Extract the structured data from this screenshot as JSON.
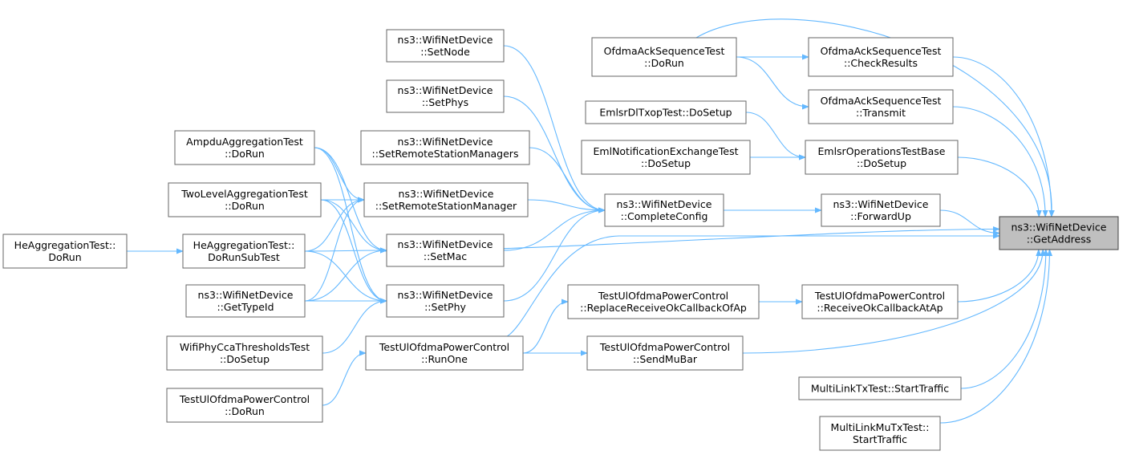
{
  "graph": {
    "title": "",
    "edge_color": "#63b8ff",
    "node_fill": "#ffffff",
    "root_fill": "#bfbfbf",
    "nodes": [
      {
        "id": "root",
        "lines": [
          "ns3::WifiNetDevice",
          "::GetAddress"
        ],
        "root": true
      },
      {
        "id": "ofdmaDoRun",
        "lines": [
          "OfdmaAckSequenceTest",
          "::DoRun"
        ]
      },
      {
        "id": "ofdmaCheck",
        "lines": [
          "OfdmaAckSequenceTest",
          "::CheckResults"
        ]
      },
      {
        "id": "ofdmaTransmit",
        "lines": [
          "OfdmaAckSequenceTest",
          "::Transmit"
        ]
      },
      {
        "id": "emlsrDl",
        "lines": [
          "EmlsrDlTxopTest::DoSetup"
        ]
      },
      {
        "id": "emlNotif",
        "lines": [
          "EmlNotificationExchangeTest",
          "::DoSetup"
        ]
      },
      {
        "id": "emlsrBase",
        "lines": [
          "EmlsrOperationsTestBase",
          "::DoSetup"
        ]
      },
      {
        "id": "setNode",
        "lines": [
          "ns3::WifiNetDevice",
          "::SetNode"
        ]
      },
      {
        "id": "setPhys",
        "lines": [
          "ns3::WifiNetDevice",
          "::SetPhys"
        ]
      },
      {
        "id": "setRsms",
        "lines": [
          "ns3::WifiNetDevice",
          "::SetRemoteStationManagers"
        ]
      },
      {
        "id": "setRsm",
        "lines": [
          "ns3::WifiNetDevice",
          "::SetRemoteStationManager"
        ]
      },
      {
        "id": "setMac",
        "lines": [
          "ns3::WifiNetDevice",
          "::SetMac"
        ]
      },
      {
        "id": "setPhy",
        "lines": [
          "ns3::WifiNetDevice",
          "::SetPhy"
        ]
      },
      {
        "id": "complete",
        "lines": [
          "ns3::WifiNetDevice",
          "::CompleteConfig"
        ]
      },
      {
        "id": "forward",
        "lines": [
          "ns3::WifiNetDevice",
          "::ForwardUp"
        ]
      },
      {
        "id": "ampdu",
        "lines": [
          "AmpduAggregationTest",
          "::DoRun"
        ]
      },
      {
        "id": "twoLevel",
        "lines": [
          "TwoLevelAggregationTest",
          "::DoRun"
        ]
      },
      {
        "id": "heSub",
        "lines": [
          "HeAggregationTest::",
          "DoRunSubTest"
        ]
      },
      {
        "id": "heRun",
        "lines": [
          "HeAggregationTest::",
          "DoRun"
        ]
      },
      {
        "id": "getTypeId",
        "lines": [
          "ns3::WifiNetDevice",
          "::GetTypeId"
        ]
      },
      {
        "id": "cca",
        "lines": [
          "WifiPhyCcaThresholdsTest",
          "::DoSetup"
        ]
      },
      {
        "id": "ulDoRun",
        "lines": [
          "TestUlOfdmaPowerControl",
          "::DoRun"
        ]
      },
      {
        "id": "runOne",
        "lines": [
          "TestUlOfdmaPowerControl",
          "::RunOne"
        ]
      },
      {
        "id": "replace",
        "lines": [
          "TestUlOfdmaPowerControl",
          "::ReplaceReceiveOkCallbackOfAp"
        ]
      },
      {
        "id": "recvAtAp",
        "lines": [
          "TestUlOfdmaPowerControl",
          "::ReceiveOkCallbackAtAp"
        ]
      },
      {
        "id": "sendMuBar",
        "lines": [
          "TestUlOfdmaPowerControl",
          "::SendMuBar"
        ]
      },
      {
        "id": "mlTx",
        "lines": [
          "MultiLinkTxTest::StartTraffic"
        ]
      },
      {
        "id": "mlMu",
        "lines": [
          "MultiLinkMuTxTest::",
          "StartTraffic"
        ]
      }
    ],
    "edges": [
      [
        "ofdmaDoRun",
        "root"
      ],
      [
        "ofdmaCheck",
        "root"
      ],
      [
        "ofdmaTransmit",
        "root"
      ],
      [
        "emlsrBase",
        "root"
      ],
      [
        "forward",
        "root"
      ],
      [
        "heSub",
        "root"
      ],
      [
        "recvAtAp",
        "root"
      ],
      [
        "runOne",
        "root"
      ],
      [
        "sendMuBar",
        "root"
      ],
      [
        "mlTx",
        "root"
      ],
      [
        "mlMu",
        "root"
      ],
      [
        "ofdmaDoRun",
        "ofdmaCheck"
      ],
      [
        "ofdmaDoRun",
        "ofdmaTransmit"
      ],
      [
        "emlsrDl",
        "emlsrBase"
      ],
      [
        "emlNotif",
        "emlsrBase"
      ],
      [
        "complete",
        "forward"
      ],
      [
        "setNode",
        "complete"
      ],
      [
        "setPhys",
        "complete"
      ],
      [
        "setRsms",
        "complete"
      ],
      [
        "setRsm",
        "complete"
      ],
      [
        "setMac",
        "complete"
      ],
      [
        "setPhy",
        "complete"
      ],
      [
        "ampdu",
        "setRsm"
      ],
      [
        "ampdu",
        "setMac"
      ],
      [
        "ampdu",
        "setPhy"
      ],
      [
        "twoLevel",
        "setRsm"
      ],
      [
        "twoLevel",
        "setMac"
      ],
      [
        "twoLevel",
        "setPhy"
      ],
      [
        "heSub",
        "setRsm"
      ],
      [
        "heSub",
        "setMac"
      ],
      [
        "heSub",
        "setPhy"
      ],
      [
        "getTypeId",
        "setRsm"
      ],
      [
        "getTypeId",
        "setMac"
      ],
      [
        "getTypeId",
        "setPhy"
      ],
      [
        "cca",
        "setPhy"
      ],
      [
        "heRun",
        "heSub"
      ],
      [
        "ulDoRun",
        "runOne"
      ],
      [
        "runOne",
        "replace"
      ],
      [
        "runOne",
        "sendMuBar"
      ],
      [
        "replace",
        "recvAtAp"
      ]
    ]
  }
}
